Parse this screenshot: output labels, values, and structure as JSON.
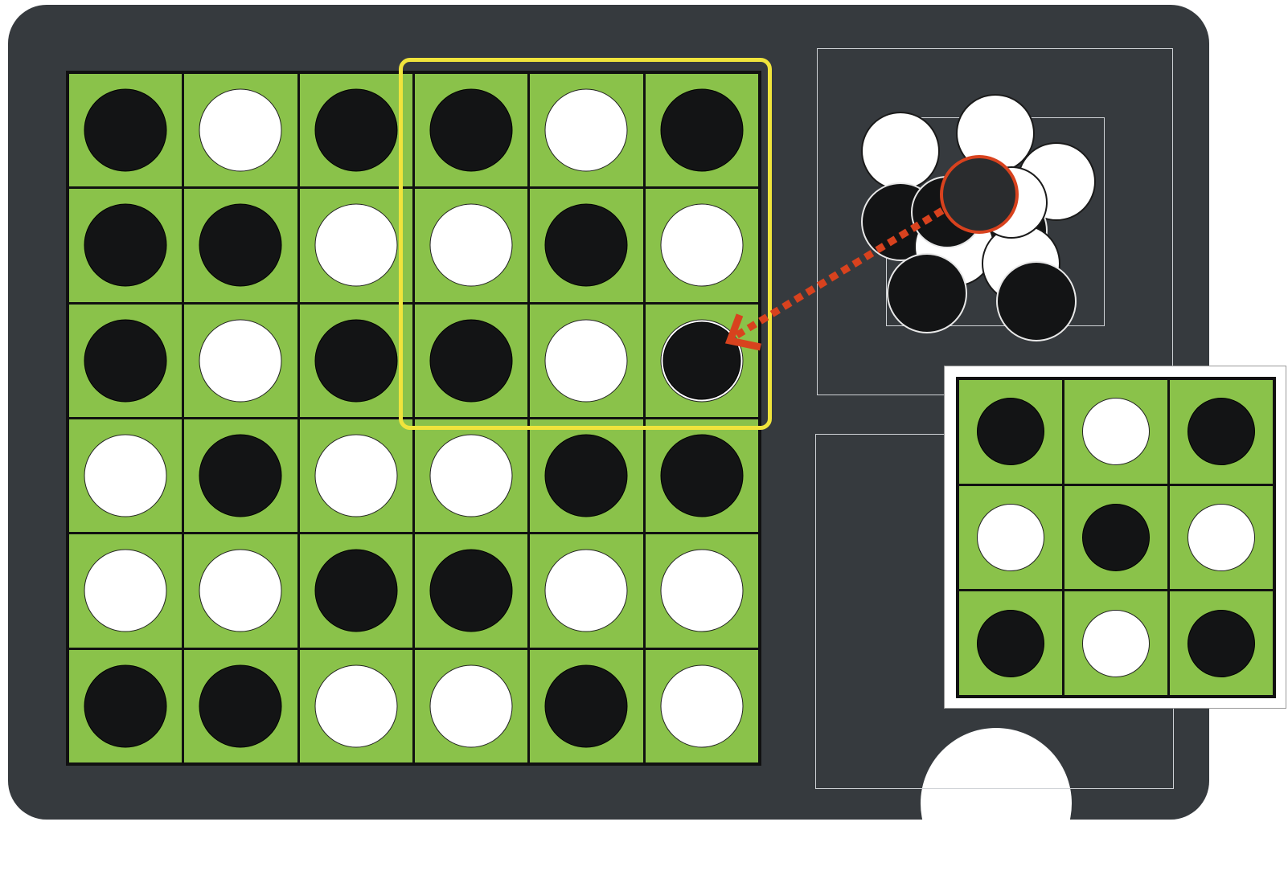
{
  "colors": {
    "tray": "#363a3e",
    "cell": "#8ac24a",
    "grid": "#111111",
    "black_disc": "#131415",
    "white_disc": "#ffffff",
    "focus_frame": "#f0e43c",
    "move_arrow": "#d8421e"
  },
  "main_board": {
    "rows": 6,
    "cols": 6,
    "discs": [
      [
        "black",
        "white",
        "black",
        "black",
        "white",
        "black"
      ],
      [
        "black",
        "black",
        "white",
        "white",
        "black",
        "white"
      ],
      [
        "black",
        "white",
        "black",
        "black",
        "white",
        "black"
      ],
      [
        "white",
        "black",
        "white",
        "white",
        "black",
        "black"
      ],
      [
        "white",
        "white",
        "black",
        "black",
        "white",
        "white"
      ],
      [
        "black",
        "black",
        "white",
        "white",
        "black",
        "white"
      ]
    ],
    "placed_disc": {
      "row": 3,
      "col": 6
    }
  },
  "focus_region": {
    "rows": [
      1,
      3
    ],
    "cols": [
      4,
      6
    ]
  },
  "target_pattern": {
    "rows": 3,
    "cols": 3,
    "discs": [
      [
        "black",
        "white",
        "black"
      ],
      [
        "white",
        "black",
        "white"
      ],
      [
        "black",
        "white",
        "black"
      ]
    ]
  },
  "supply_pile": {
    "white_count": 6,
    "black_count": 5,
    "picked_disc": "black"
  },
  "move": {
    "from": "supply_pile",
    "to_row": 3,
    "to_col": 6,
    "arrow_icon": "dotted-arrow-icon"
  }
}
